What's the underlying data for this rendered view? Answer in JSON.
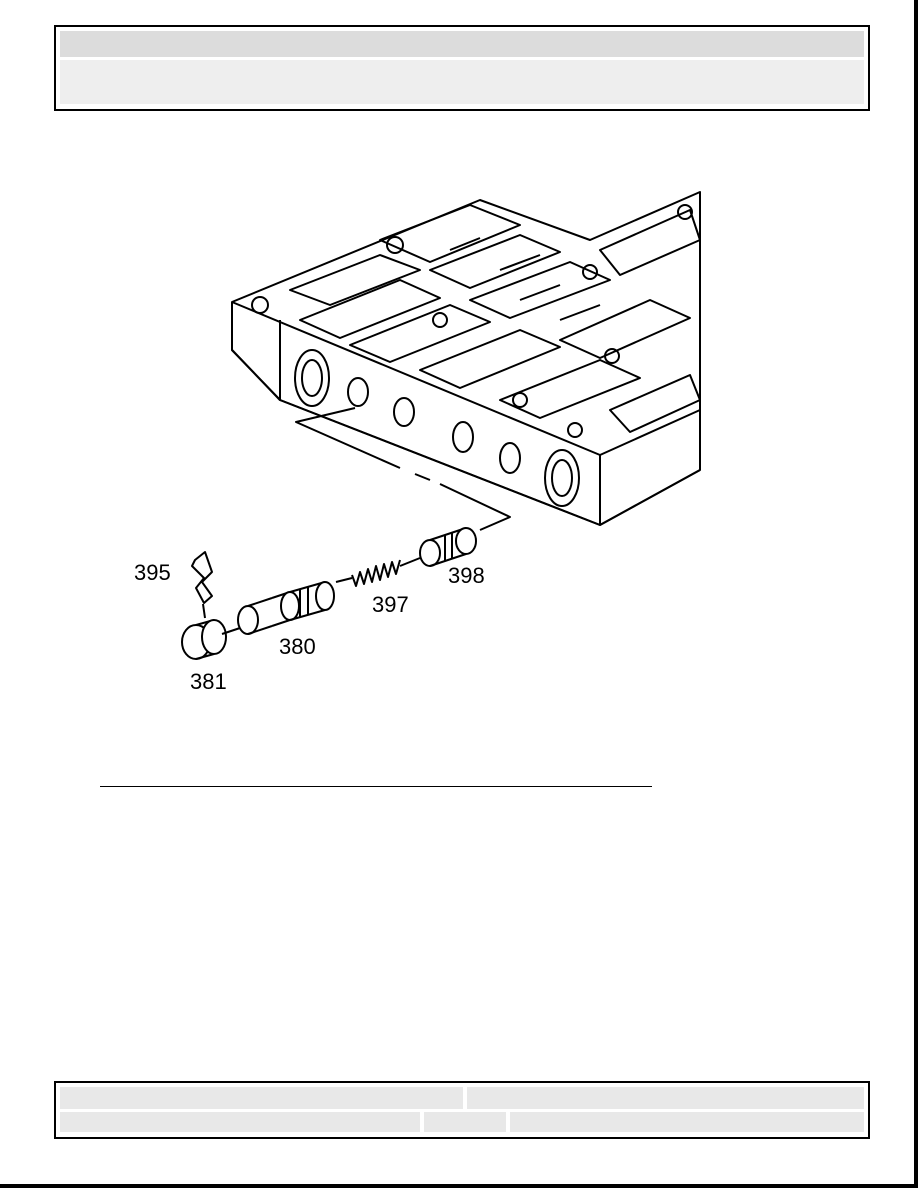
{
  "figure": {
    "callouts": {
      "c395": "395",
      "c397": "397",
      "c398": "398",
      "c380": "380",
      "c381": "381"
    }
  }
}
